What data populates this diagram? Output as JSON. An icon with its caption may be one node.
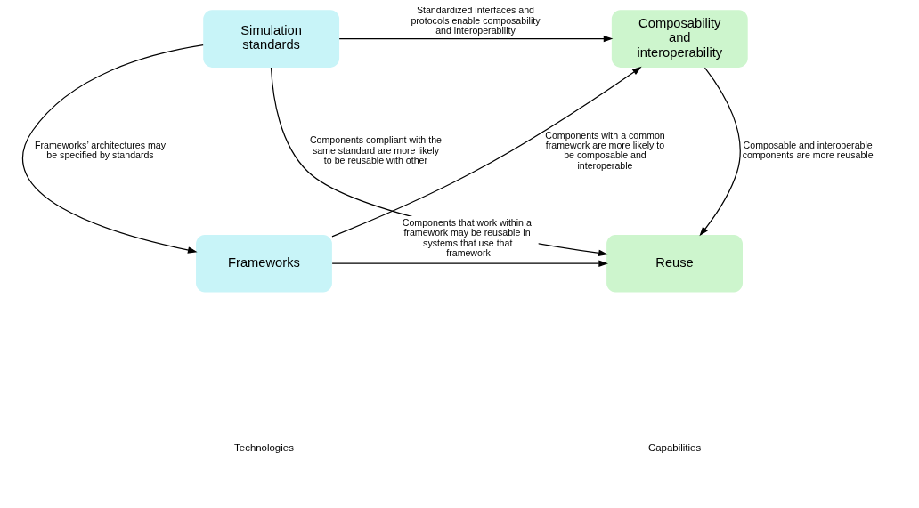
{
  "diagram": {
    "nodes": [
      {
        "text": [
          "Simulation standards"
        ]
      },
      {
        "text": [
          "Composability and interoperability"
        ]
      },
      {
        "text": [
          "Frameworks"
        ]
      },
      {
        "text": [
          "Reuse"
        ]
      }
    ],
    "edges": [
      {
        "from": 0,
        "to": 1,
        "arrow": "to",
        "label": "Standardized interfaces and protocols enable composability and interoperability"
      },
      {
        "from": 0,
        "to": 2,
        "arrow": "to",
        "label": "Frameworks’ architectures may be specified by standards"
      },
      {
        "from": 2,
        "to": 1,
        "arrow": "to",
        "label": "Components with a common framework are more likely to be composable and interoperable"
      },
      {
        "from": 0,
        "to": 3,
        "arrow": "to",
        "label": "Components compliant with the same standard are more likely to be reusable with other"
      },
      {
        "from": 1,
        "to": 3,
        "arrow": "to",
        "label": "Composable and interoperable components are more reusable"
      },
      {
        "from": 2,
        "to": 3,
        "arrow": "to",
        "label": "Components that work within a framework may be reusable in systems that use that framework"
      }
    ],
    "labels": [
      "Technologies",
      "Capabilities"
    ]
  }
}
